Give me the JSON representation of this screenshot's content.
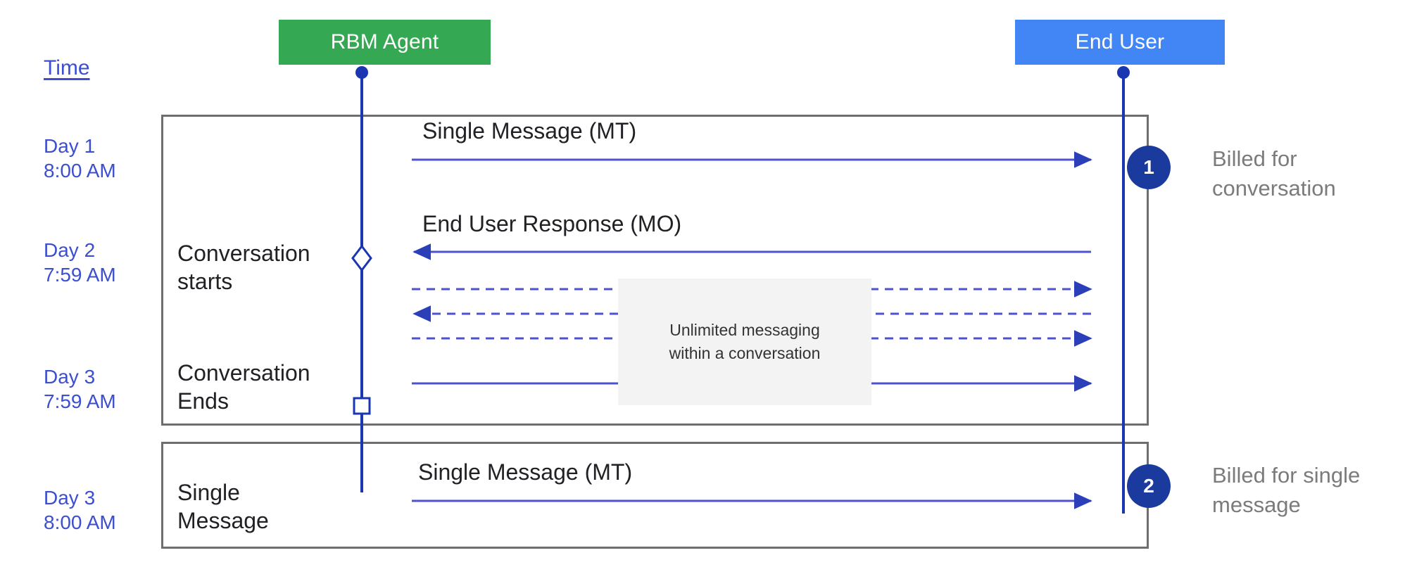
{
  "diagram": {
    "title_hidden": "RBM conversation billing sequence",
    "colors": {
      "agent_box": "#34a853",
      "user_box": "#4285f4",
      "lifeline": "#1a36b0",
      "arrow": "#3b4fd0",
      "frame": "#6e6e6e",
      "badge": "#1a3a9e",
      "time_text": "#3b4fd0",
      "note_bg": "#f3f3f3",
      "badge_note_text": "#7b7b7b"
    }
  },
  "time_column": {
    "header": "Time",
    "labels": [
      {
        "id": "day1",
        "text": "Day 1\n8:00 AM"
      },
      {
        "id": "day2",
        "text": "Day 2\n7:59 AM"
      },
      {
        "id": "day3_end",
        "text": "Day 3\n7:59 AM"
      },
      {
        "id": "day3_single",
        "text": "Day 3\n8:00 AM"
      }
    ]
  },
  "actors": [
    {
      "id": "rbm-agent",
      "label": "RBM Agent"
    },
    {
      "id": "end-user",
      "label": "End User"
    }
  ],
  "phases": [
    {
      "id": "conversation-starts",
      "text": "Conversation\nstarts"
    },
    {
      "id": "conversation-ends",
      "text": "Conversation\nEnds"
    },
    {
      "id": "single-message",
      "text": "Single\nMessage"
    }
  ],
  "messages": [
    {
      "id": "msg-mt-1",
      "label": "Single Message (MT)",
      "direction": "agent-to-user",
      "style": "solid"
    },
    {
      "id": "msg-mo-1",
      "label": "End User Response (MO)",
      "direction": "user-to-agent",
      "style": "solid"
    },
    {
      "id": "msg-unlimited-1",
      "label": "",
      "direction": "agent-to-user",
      "style": "dashed"
    },
    {
      "id": "msg-unlimited-2",
      "label": "",
      "direction": "user-to-agent",
      "style": "dashed"
    },
    {
      "id": "msg-unlimited-3",
      "label": "",
      "direction": "agent-to-user",
      "style": "dashed"
    },
    {
      "id": "msg-unlimited-4",
      "label": "",
      "direction": "agent-to-user",
      "style": "solid"
    },
    {
      "id": "msg-mt-2",
      "label": "Single Message (MT)",
      "direction": "agent-to-user",
      "style": "solid"
    }
  ],
  "note": {
    "text": "Unlimited messaging\nwithin a conversation"
  },
  "billing": [
    {
      "id": "billing-1",
      "number": "1",
      "text": "Billed for\nconversation"
    },
    {
      "id": "billing-2",
      "number": "2",
      "text": "Billed for single\nmessage"
    }
  ]
}
